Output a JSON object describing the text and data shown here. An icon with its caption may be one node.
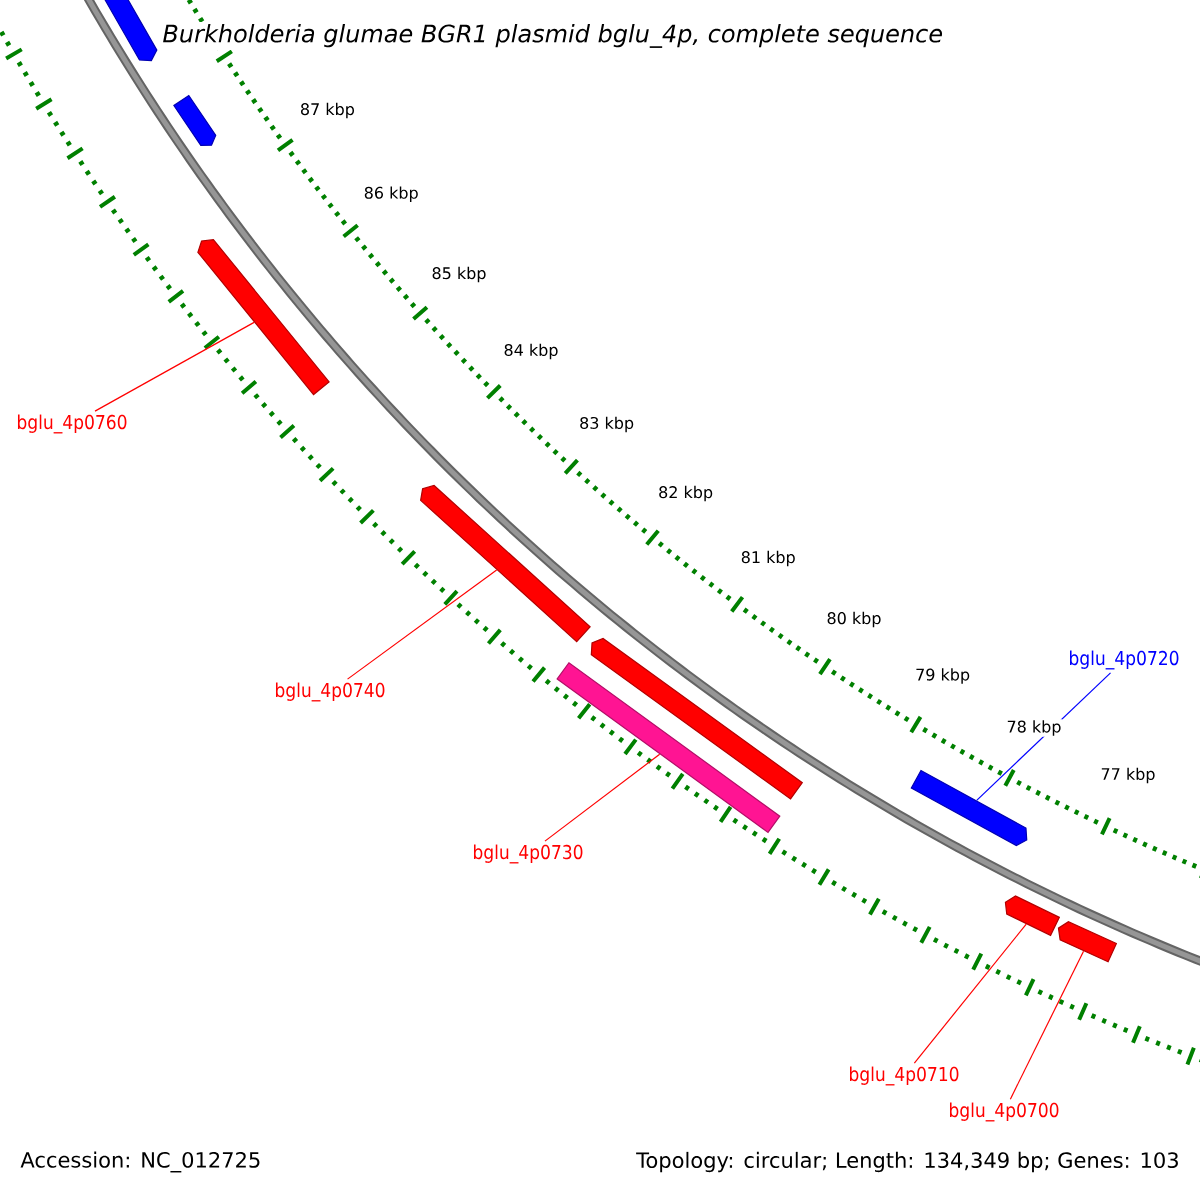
{
  "diagram": {
    "title": "Burkholderia glumae BGR1 plasmid bglu_4p, complete sequence",
    "nodes": [
      {
        "text": [],
        "shape": "arrow"
      },
      {
        "text": [],
        "shape": "arrow"
      },
      {
        "text": [],
        "shape": "arrow"
      },
      {
        "text": [
          "bglu_4p0760"
        ]
      },
      {
        "text": [],
        "shape": "arrow"
      },
      {
        "text": [],
        "shape": "arrow"
      },
      {
        "text": [],
        "shape": "bar"
      },
      {
        "text": [
          "bglu_4p0740"
        ]
      },
      {
        "text": [
          "bglu_4p0720"
        ]
      },
      {
        "text": [],
        "shape": "arrow"
      },
      {
        "text": [
          "bglu_4p0730"
        ]
      },
      {
        "text": [],
        "shape": "arrow"
      },
      {
        "text": [],
        "shape": "arrow"
      },
      {
        "text": [
          "bglu_4p0710"
        ]
      },
      {
        "text": [
          "bglu_4p0700"
        ]
      }
    ],
    "edges": [
      {
        "from": 3,
        "to": 2,
        "arrow": "none"
      },
      {
        "from": 7,
        "to": 4,
        "arrow": "none"
      },
      {
        "from": 8,
        "to": 9,
        "arrow": "none",
        "color": "#0000ff"
      },
      {
        "from": 10,
        "to": 6,
        "arrow": "none"
      },
      {
        "from": 13,
        "to": 11,
        "arrow": "none"
      },
      {
        "from": 14,
        "to": 12,
        "arrow": "none"
      }
    ],
    "labels": [
      "87 kbp",
      "86 kbp",
      "85 kbp",
      "84 kbp",
      "83 kbp",
      "82 kbp",
      "81 kbp",
      "80 kbp",
      "79 kbp",
      "78 kbp",
      "77 kbp",
      "Accession: NC_012725",
      "Topology: circular; Length: 134,349 bp; Genes: 103"
    ]
  }
}
